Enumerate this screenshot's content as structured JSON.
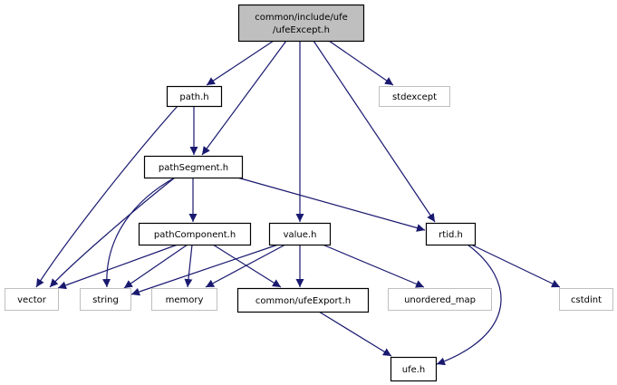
{
  "diagram": {
    "title": "common/include/ufe/ufeExcept.h include dependency graph",
    "colors": {
      "edge": "#191970",
      "root_fill": "#bfbfbf",
      "node_fill": "#ffffff",
      "node_border": "#000000",
      "external_border": "#bfbfbf"
    },
    "nodes": [
      {
        "id": "root",
        "lines": [
          "common/include/ufe",
          "/ufeExcept.h"
        ],
        "kind": "root"
      },
      {
        "id": "path",
        "lines": [
          "path.h"
        ],
        "kind": "local"
      },
      {
        "id": "stdexcept",
        "lines": [
          "stdexcept"
        ],
        "kind": "external"
      },
      {
        "id": "pathSegment",
        "lines": [
          "pathSegment.h"
        ],
        "kind": "local"
      },
      {
        "id": "pathComponent",
        "lines": [
          "pathComponent.h"
        ],
        "kind": "local"
      },
      {
        "id": "value",
        "lines": [
          "value.h"
        ],
        "kind": "local"
      },
      {
        "id": "rtid",
        "lines": [
          "rtid.h"
        ],
        "kind": "local"
      },
      {
        "id": "vector",
        "lines": [
          "vector"
        ],
        "kind": "external"
      },
      {
        "id": "string",
        "lines": [
          "string"
        ],
        "kind": "external"
      },
      {
        "id": "memory",
        "lines": [
          "memory"
        ],
        "kind": "external"
      },
      {
        "id": "ufeExport",
        "lines": [
          "common/ufeExport.h"
        ],
        "kind": "local"
      },
      {
        "id": "unordered_map",
        "lines": [
          "unordered_map"
        ],
        "kind": "external"
      },
      {
        "id": "cstdint",
        "lines": [
          "cstdint"
        ],
        "kind": "external"
      },
      {
        "id": "ufe",
        "lines": [
          "ufe.h"
        ],
        "kind": "local"
      }
    ],
    "edges": [
      {
        "from": "root",
        "to": "path"
      },
      {
        "from": "root",
        "to": "pathSegment"
      },
      {
        "from": "root",
        "to": "value"
      },
      {
        "from": "root",
        "to": "rtid"
      },
      {
        "from": "root",
        "to": "stdexcept"
      },
      {
        "from": "path",
        "to": "pathSegment"
      },
      {
        "from": "path",
        "to": "vector"
      },
      {
        "from": "pathSegment",
        "to": "pathComponent"
      },
      {
        "from": "pathSegment",
        "to": "rtid"
      },
      {
        "from": "pathSegment",
        "to": "vector"
      },
      {
        "from": "pathSegment",
        "to": "string"
      },
      {
        "from": "pathComponent",
        "to": "vector"
      },
      {
        "from": "pathComponent",
        "to": "string"
      },
      {
        "from": "pathComponent",
        "to": "memory"
      },
      {
        "from": "pathComponent",
        "to": "ufeExport"
      },
      {
        "from": "value",
        "to": "string"
      },
      {
        "from": "value",
        "to": "memory"
      },
      {
        "from": "value",
        "to": "ufeExport"
      },
      {
        "from": "value",
        "to": "unordered_map"
      },
      {
        "from": "rtid",
        "to": "cstdint"
      },
      {
        "from": "rtid",
        "to": "ufe"
      },
      {
        "from": "ufeExport",
        "to": "ufe"
      }
    ]
  }
}
